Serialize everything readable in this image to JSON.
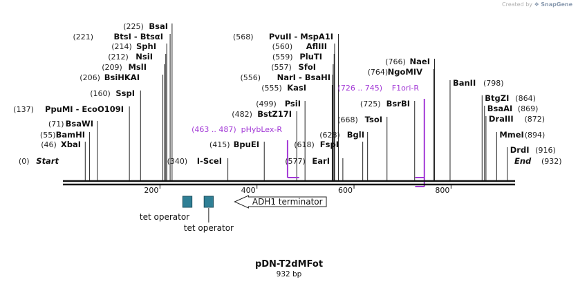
{
  "credit": {
    "prefix": "Created by",
    "brand": "SnapGene"
  },
  "plasmid": {
    "name": "pDN-T2dMFot",
    "size_label": "932 bp",
    "length": 932
  },
  "colors": {
    "primer": "#a238d6",
    "operator": "#2f7f95",
    "backbone": "#111111"
  },
  "sites": [
    {
      "pos": "(0)",
      "name": "Start",
      "at": 0,
      "style": "italic"
    },
    {
      "pos": "(46)",
      "name": "XbaI",
      "at": 46
    },
    {
      "pos": "(55)",
      "name": "BamHI",
      "at": 55
    },
    {
      "pos": "(71)",
      "name": "BsaWI",
      "at": 71
    },
    {
      "pos": "(137)",
      "name": "PpuMI  - EcoO109I",
      "at": 137
    },
    {
      "pos": "(160)",
      "name": "SspI",
      "at": 160
    },
    {
      "pos": "(206)",
      "name": "BsiHKAI",
      "at": 206
    },
    {
      "pos": "(209)",
      "name": "MslI",
      "at": 209
    },
    {
      "pos": "(212)",
      "name": "NsiI",
      "at": 212
    },
    {
      "pos": "(214)",
      "name": "SphI",
      "at": 214
    },
    {
      "pos": "(221)",
      "name": "BtsI  - BtsαI",
      "at": 221
    },
    {
      "pos": "(225)",
      "name": "BsaI",
      "at": 225
    },
    {
      "pos": "(340)",
      "name": "I-SceI",
      "at": 340
    },
    {
      "pos": "(415)",
      "name": "BpuEI",
      "at": 415
    },
    {
      "pos": "(482)",
      "name": "BstZ17I",
      "at": 482
    },
    {
      "pos": "(499)",
      "name": "PsiI",
      "at": 499
    },
    {
      "pos": "(555)",
      "name": "KasI",
      "at": 555
    },
    {
      "pos": "(556)",
      "name": "NarI  - BsaHI",
      "at": 556
    },
    {
      "pos": "(557)",
      "name": "SfoI",
      "at": 557
    },
    {
      "pos": "(559)",
      "name": "PluTI",
      "at": 559
    },
    {
      "pos": "(560)",
      "name": "AflIII",
      "at": 560
    },
    {
      "pos": "(568)",
      "name": "PvuII  - MspA1I",
      "at": 568
    },
    {
      "pos": "(577)",
      "name": "EarI",
      "at": 577
    },
    {
      "pos": "(618)",
      "name": "FspI",
      "at": 618
    },
    {
      "pos": "(628)",
      "name": "BglI",
      "at": 628
    },
    {
      "pos": "(668)",
      "name": "TsoI",
      "at": 668
    },
    {
      "pos": "(725)",
      "name": "BsrBI",
      "at": 725
    },
    {
      "pos": "(764)",
      "name": "NgoMIV",
      "at": 764
    },
    {
      "pos": "(766)",
      "name": "NaeI",
      "at": 766
    },
    {
      "pos": "(798)",
      "name": "BanII",
      "at": 798
    },
    {
      "pos": "(864)",
      "name": "BtgZI",
      "at": 864
    },
    {
      "pos": "(869)",
      "name": "BsaAI",
      "at": 869
    },
    {
      "pos": "(872)",
      "name": "DraIII",
      "at": 872
    },
    {
      "pos": "(894)",
      "name": "MmeI",
      "at": 894
    },
    {
      "pos": "(916)",
      "name": "DrdI",
      "at": 916
    },
    {
      "pos": "(932)",
      "name": "End",
      "at": 932,
      "style": "italic"
    }
  ],
  "primers": [
    {
      "range": "(463 .. 487)",
      "name": "pHybLex-R",
      "start": 463,
      "end": 487
    },
    {
      "range": "(726 .. 745)",
      "name": "F1ori-R",
      "start": 726,
      "end": 745
    }
  ],
  "ticks": [
    {
      "label": "200",
      "at": 200
    },
    {
      "label": "400",
      "at": 400
    },
    {
      "label": "600",
      "at": 600
    },
    {
      "label": "800",
      "at": 800
    }
  ],
  "features": [
    {
      "name": "tet operator",
      "start": 247,
      "end": 266,
      "type": "box"
    },
    {
      "name": "tet operator",
      "start": 291,
      "end": 310,
      "type": "box"
    },
    {
      "name": "ADH1 terminator",
      "start": 354,
      "end": 543,
      "type": "arrow-left"
    }
  ]
}
